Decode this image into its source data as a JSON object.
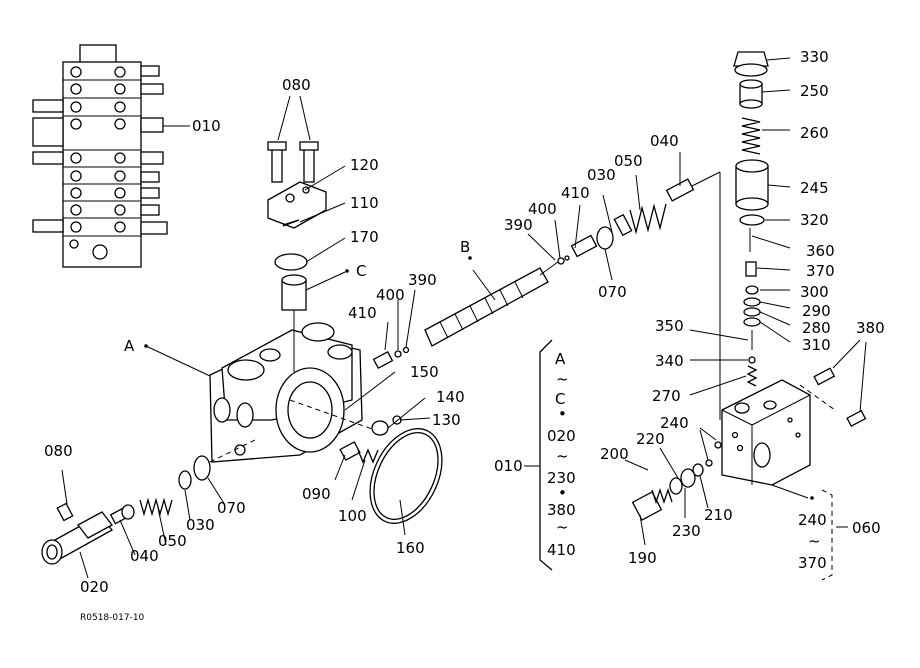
{
  "labels": {
    "p080_top": "080",
    "p120": "120",
    "p110": "110",
    "p170": "170",
    "pC": "C",
    "p390_mid": "390",
    "p400_mid": "400",
    "p410_mid": "410",
    "pB": "B",
    "p390_b": "390",
    "p400_b": "400",
    "p410_b": "410",
    "p030_b": "030",
    "p050_b": "050",
    "p040_b": "040",
    "p070_b": "070",
    "pA": "A",
    "p150": "150",
    "p140": "140",
    "p130": "130",
    "p080_left": "080",
    "p070_left": "070",
    "p030_left": "030",
    "p050_left": "050",
    "p040_left": "040",
    "p020": "020",
    "p090": "090",
    "p100": "100",
    "p160": "160",
    "p010_top": "010",
    "p330": "330",
    "p250": "250",
    "p260": "260",
    "p245": "245",
    "p320": "320",
    "p360": "360",
    "p370_r": "370",
    "p300": "300",
    "p290": "290",
    "p280": "280",
    "p310": "310",
    "p350": "350",
    "p340": "340",
    "p270": "270",
    "p380": "380",
    "p240_r": "240",
    "p220": "220",
    "p200": "200",
    "p230": "230",
    "p210": "210",
    "p190": "190",
    "p240_range": "240",
    "p370_range": "370",
    "p060": "060"
  },
  "group_010": {
    "label": "010",
    "items": [
      "A",
      "~",
      "C",
      "•",
      "020",
      "~",
      "230",
      "•",
      "380",
      "~",
      "410"
    ]
  },
  "reference_code": "R0518-017-10"
}
